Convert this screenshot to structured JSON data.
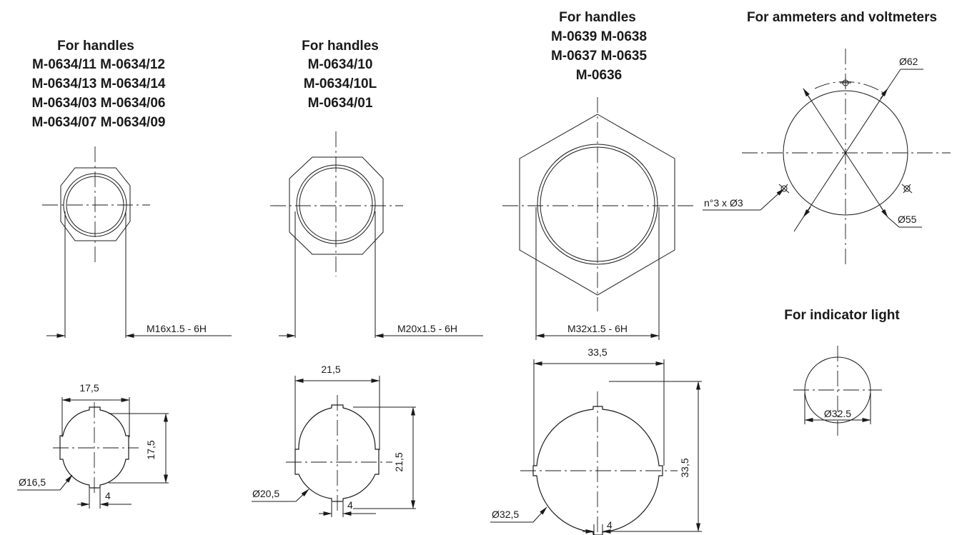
{
  "groups": [
    {
      "heading": [
        "For handles",
        "M-0634/11  M-0634/12",
        "M-0634/13  M-0634/14",
        "M-0634/03  M-0634/06",
        "M-0634/07  M-0634/09"
      ],
      "thread": "M16x1.5 - 6H",
      "width": "17,5",
      "height": "17,5",
      "diameter": "Ø16,5",
      "key": "4"
    },
    {
      "heading": [
        "For handles",
        "M-0634/10",
        "M-0634/10L",
        "M-0634/01"
      ],
      "thread": "M20x1.5 - 6H",
      "width": "21,5",
      "height": "21,5",
      "diameter": "Ø20,5",
      "key": "4"
    },
    {
      "heading": [
        "For handles",
        "M-0639  M-0638",
        "M-0637  M-0635",
        "M-0636"
      ],
      "thread": "M32x1.5 - 6H",
      "width": "33,5",
      "height": "33,5",
      "diameter": "Ø32,5",
      "key": "4"
    }
  ],
  "meters": {
    "heading": "For ammeters and voltmeters",
    "outer_diameter": "Ø62",
    "inner_diameter": "Ø55",
    "holes": "n°3 x Ø3"
  },
  "indicator": {
    "heading": "For indicator light",
    "diameter": "Ø32.5"
  }
}
